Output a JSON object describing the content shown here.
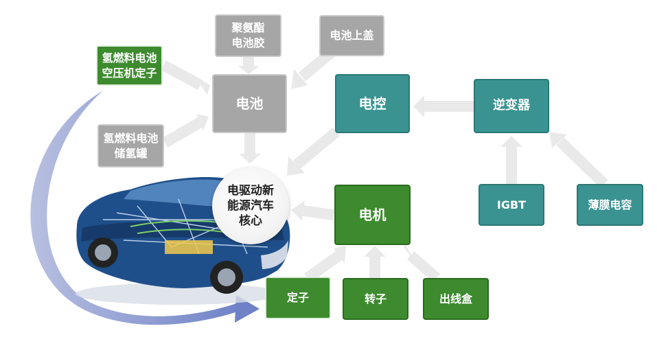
{
  "nodes": {
    "pu_glue": [
      "聚氨酯",
      "电池胶"
    ],
    "battery_cover": "电池上盖",
    "h2_compressor": [
      "氢燃料电池",
      "空压机定子"
    ],
    "battery": "电池",
    "ecu": "电控",
    "inverter": "逆变器",
    "h2_tank": [
      "氢燃料电池",
      "储氢罐"
    ],
    "core": [
      "电驱动新",
      "能源汽车",
      "核心"
    ],
    "motor": "电机",
    "igbt": "IGBT",
    "film_cap": "薄膜电容",
    "stator": "定子",
    "rotor": "转子",
    "junction_box": "出线盒"
  },
  "colors": {
    "gray_box": "#a6a6a6",
    "teal_box": "#3a9391",
    "green_box": "#3d8b2e",
    "arrow": "#e9e9e9",
    "curve_arrow": "#7f8fc9"
  }
}
